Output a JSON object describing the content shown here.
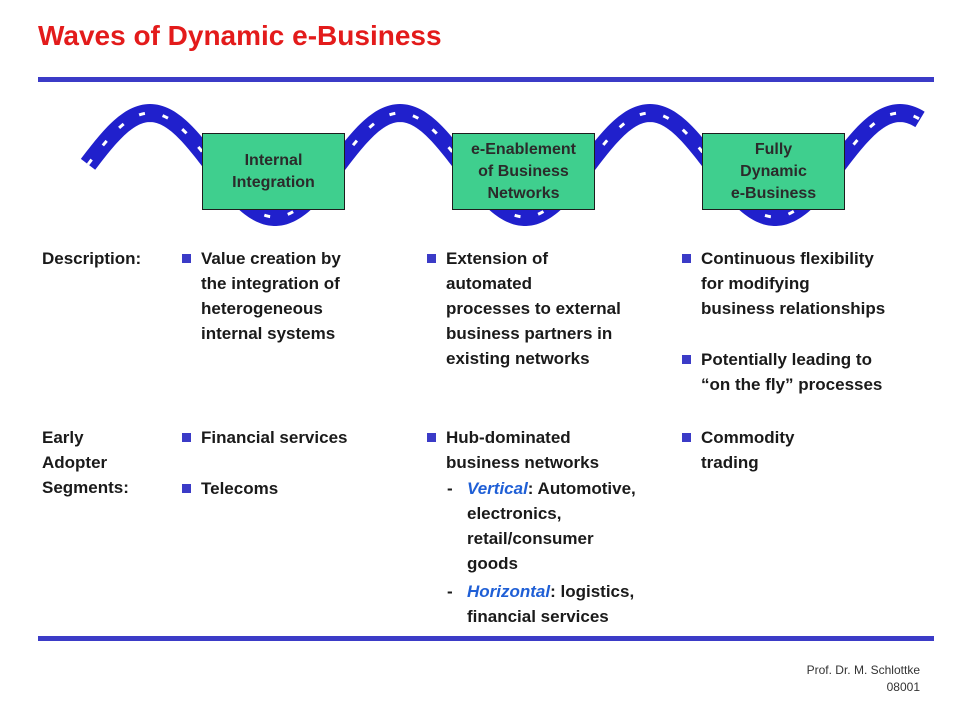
{
  "title": "Waves of Dynamic e-Business",
  "colors": {
    "title": "#e31b1b",
    "rule": "#3b3bc7",
    "wave": "#2020cc",
    "box": "#3fcf8e",
    "highlight": "#1f5fd6",
    "bullet": "#3b3bc7"
  },
  "waves": [
    {
      "label": "Internal\nIntegration"
    },
    {
      "label": "e-Enablement\nof Business\nNetworks"
    },
    {
      "label": "Fully\nDynamic\ne-Business"
    }
  ],
  "description": {
    "label": "Description:",
    "col1": [
      "Value creation by\nthe integration of\nheterogeneous\ninternal systems"
    ],
    "col2": [
      "Extension of\nautomated\nprocesses to external\nbusiness partners in\nexisting networks"
    ],
    "col3": [
      "Continuous flexibility\nfor modifying\nbusiness relationships",
      "Potentially leading to\n“on the fly” processes"
    ]
  },
  "adopters": {
    "label": "Early\nAdopter\nSegments:",
    "col1": [
      "Financial services",
      "Telecoms"
    ],
    "col2": {
      "bullet": "Hub-dominated\nbusiness networks",
      "items": [
        {
          "dash": "-",
          "highlight": "Vertical",
          "rest": ": Automotive,\nelectronics,\nretail/consumer\ngoods"
        },
        {
          "dash": "-",
          "highlight": "Horizontal",
          "rest": ": logistics,\nfinancial services"
        }
      ]
    },
    "col3": [
      "Commodity\ntrading"
    ]
  },
  "footer": {
    "author": "Prof. Dr. M. Schlottke",
    "code": "08001"
  }
}
